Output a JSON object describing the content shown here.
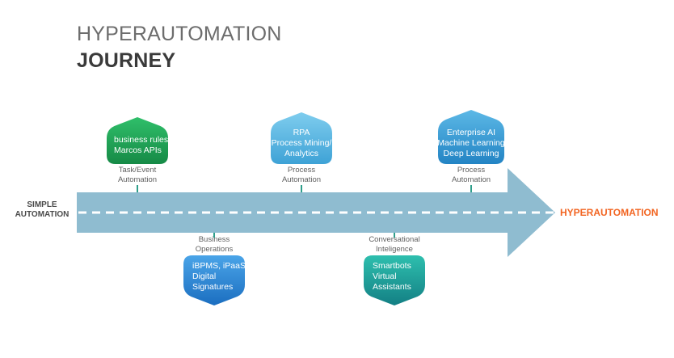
{
  "title": {
    "line1": "HYPERAUTOMATION",
    "line2": "JOURNEY"
  },
  "start_label": {
    "line1": "SIMPLE",
    "line2": "AUTOMATION"
  },
  "end_label": "HYPERAUTOMATION",
  "milestones_top": [
    {
      "lines": [
        "business rules",
        "Marcos APIs"
      ],
      "category": [
        "Task/Event",
        "Automation"
      ],
      "color": "#1fa85a"
    },
    {
      "lines": [
        "RPA",
        "Process Mining/",
        "Analytics"
      ],
      "category": [
        "Process",
        "Automation"
      ],
      "color": "#5ab6e0"
    },
    {
      "lines": [
        "Enterprise AI",
        "Machine Learning",
        "Deep Learning"
      ],
      "category": [
        "Process",
        "Automation"
      ],
      "color": "#3a9ed4"
    }
  ],
  "milestones_bottom": [
    {
      "lines": [
        "iBPMS, iPaaS",
        "Digital",
        "Signatures"
      ],
      "category": [
        "Business",
        "Operations"
      ],
      "color": "#2a7fd0"
    },
    {
      "lines": [
        "Smartbots",
        "Virtual",
        "Assistants"
      ],
      "category": [
        "Conversational",
        "Inteligence"
      ],
      "color": "#1d9c9a"
    }
  ],
  "colors": {
    "arrow": "#8fbcd0",
    "dash": "#ffffff",
    "tick": "#2e9e8a",
    "accent": "#f26522"
  }
}
